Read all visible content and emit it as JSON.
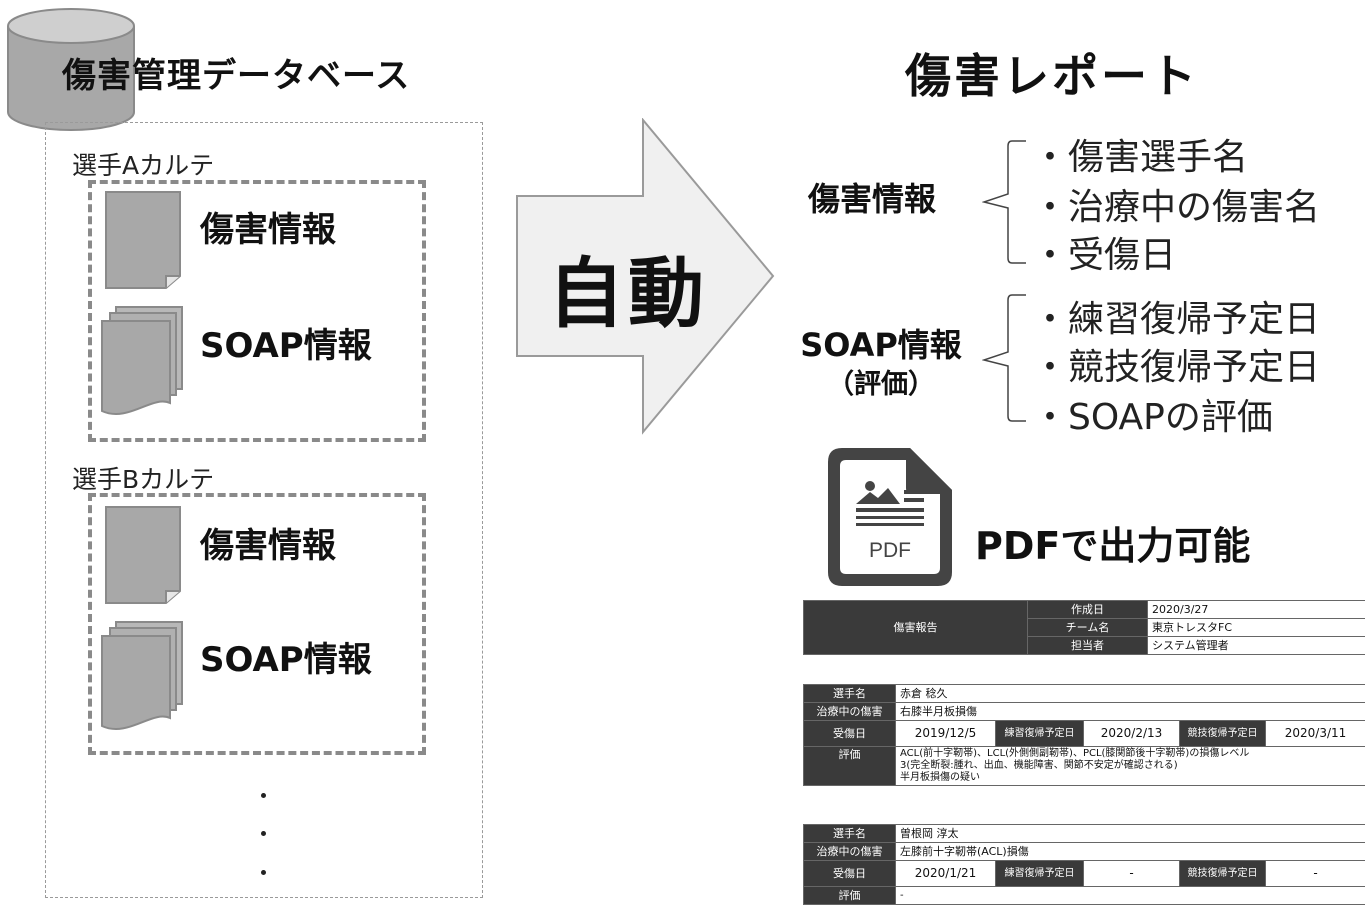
{
  "database": {
    "title": "傷害管理データベース",
    "cards": [
      {
        "label": "選手Aカルテ",
        "docs": [
          "傷害情報",
          "SOAP情報"
        ]
      },
      {
        "label": "選手Bカルテ",
        "docs": [
          "傷害情報",
          "SOAP情報"
        ]
      }
    ],
    "ellipsis": [
      "・",
      "・",
      "・"
    ]
  },
  "arrow": {
    "label": "自動"
  },
  "report": {
    "title": "傷害レポート",
    "groups": [
      {
        "label": "傷害情報",
        "sublabel": "",
        "items": [
          "・傷害選手名",
          "・治療中の傷害名",
          "・受傷日"
        ]
      },
      {
        "label": "SOAP情報",
        "sublabel": "（評価）",
        "items": [
          "・練習復帰予定日",
          "・競技復帰予定日",
          "・SOAPの評価"
        ]
      }
    ],
    "pdf": {
      "icon_text": "PDF",
      "label": "PDFで出力可能"
    }
  },
  "preview": {
    "header": {
      "title": "傷害報告",
      "rows": [
        {
          "label": "作成日",
          "value": "2020/3/27"
        },
        {
          "label": "チーム名",
          "value": "東京トレスタFC"
        },
        {
          "label": "担当者",
          "value": "システム管理者"
        }
      ]
    },
    "records": [
      {
        "player_label": "選手名",
        "player": "赤倉 稔久",
        "injury_label": "治療中の傷害",
        "injury": "右膝半月板損傷",
        "date_label": "受傷日",
        "date": "2019/12/5",
        "practice_label": "練習復帰予定日",
        "practice": "2020/2/13",
        "game_label": "競技復帰予定日",
        "game": "2020/3/11",
        "eval_label": "評価",
        "eval": [
          "ACL(前十字靭帯)、LCL(外側側副靭帯)、PCL(膝関節後十字靭帯)の損傷レベル",
          "3(完全断裂:腫れ、出血、機能障害、関節不安定が確認される)",
          "半月板損傷の疑い"
        ]
      },
      {
        "player_label": "選手名",
        "player": "曽根岡 淳太",
        "injury_label": "治療中の傷害",
        "injury": "左膝前十字靭帯(ACL)損傷",
        "date_label": "受傷日",
        "date": "2020/1/21",
        "practice_label": "練習復帰予定日",
        "practice": "-",
        "game_label": "競技復帰予定日",
        "game": "-",
        "eval_label": "評価",
        "eval": [
          "-"
        ]
      }
    ]
  }
}
